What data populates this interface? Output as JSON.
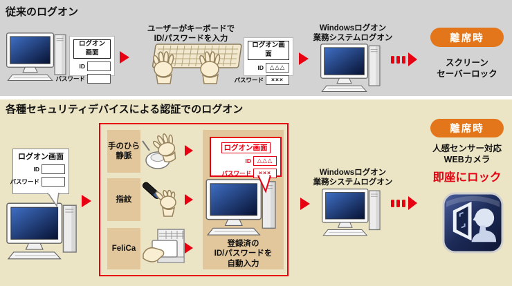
{
  "legacy": {
    "heading": "従来のログオン",
    "login_box": {
      "title": "ログオン画面",
      "id_label": "ID",
      "password_label": "パスワード"
    },
    "keyboard_caption": {
      "line1": "ユーザーがキーボードで",
      "line2": "ID/パスワードを入力"
    },
    "filled_box": {
      "title": "ログオン画面",
      "id_label": "ID",
      "id_value": "△△△",
      "password_label": "パスワード",
      "password_value": "×××"
    },
    "windows_caption": {
      "line1": "Windowsログオン",
      "line2": "業務システムログオン"
    },
    "away_badge": "離席時",
    "away_result": {
      "line1": "スクリーン",
      "line2": "セーバーロック"
    }
  },
  "device": {
    "heading": "各種セキュリティデバイスによる認証でのログオン",
    "login_box": {
      "title": "ログオン画面",
      "id_label": "ID",
      "password_label": "パスワード"
    },
    "devices": [
      {
        "label_line1": "手のひら",
        "label_line2": "静脈",
        "icon": "palm-vein-device-icon"
      },
      {
        "label_line1": "指紋",
        "icon": "fingerprint-sensor-icon"
      },
      {
        "label_line1": "FeliCa",
        "icon": "felica-card-icon"
      }
    ],
    "auto_login": {
      "bubble": {
        "title": "ログオン画面",
        "id_label": "ID",
        "id_value": "△△△",
        "password_label": "パスワード",
        "password_value": "×××"
      },
      "caption": {
        "line1": "登録済の",
        "line2": "ID/パスワードを",
        "line3": "自動入力"
      }
    },
    "windows_caption": {
      "line1": "Windowsログオン",
      "line2": "業務システムログオン"
    },
    "away_badge": "離席時",
    "webcam": {
      "line1": "人感センサー対応",
      "line2": "WEBカメラ",
      "lock": "即座にロック",
      "icon": "webcam-face-lock-icon"
    }
  },
  "colors": {
    "accent_red": "#e60012",
    "badge_orange": "#e3761a",
    "top_background": "#d3d3d3",
    "bottom_background": "#ece5c5",
    "tan_panel": "#e2c79c",
    "screen_blue_light": "#3f6fc4",
    "screen_blue_dark": "#071233"
  }
}
